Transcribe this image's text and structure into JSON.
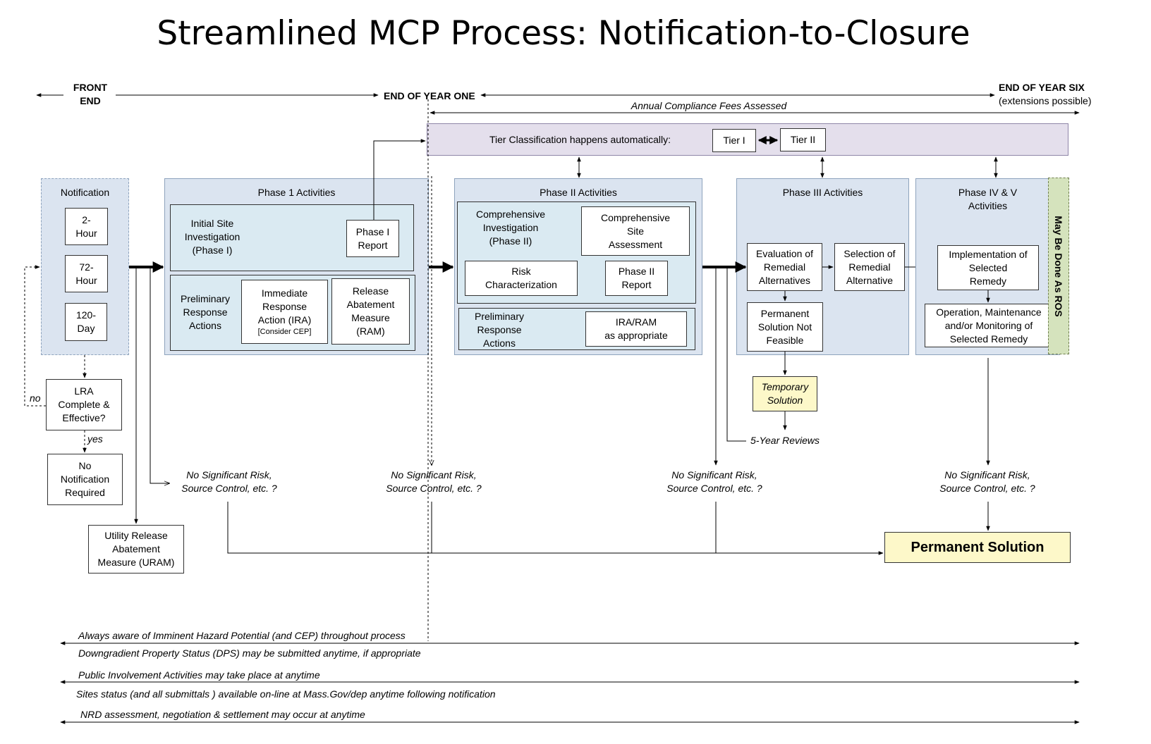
{
  "title": "Streamlined MCP Process: Notification-to-Closure",
  "timeline": {
    "front_end": "FRONT\nEND",
    "end_year_one": "END OF YEAR ONE",
    "end_year_six": "END OF YEAR SIX",
    "extensions": "(extensions possible)",
    "annual_fees": "Annual Compliance Fees Assessed"
  },
  "tier": {
    "label": "Tier Classification happens automatically:",
    "tier1": "Tier I",
    "tier2": "Tier II"
  },
  "notification": {
    "title": "Notification",
    "items": [
      "2-\nHour",
      "72-\nHour",
      "120-\nDay"
    ]
  },
  "lra": {
    "question": "LRA\nComplete &\nEffective?",
    "no_label": "no",
    "yes_label": "yes",
    "no_notification": "No\nNotification\nRequired"
  },
  "uram": "Utility Release\nAbatement\nMeasure (URAM)",
  "phase1": {
    "title": "Phase 1 Activities",
    "initial": "Initial Site\nInvestigation\n(Phase I)",
    "report": "Phase I\nReport",
    "prelim": "Preliminary\nResponse\nActions",
    "ira": "Immediate\nResponse\nAction (IRA)",
    "ira_note": "[Consider CEP]",
    "ram": "Release\nAbatement\nMeasure\n(RAM)"
  },
  "phase2": {
    "title": "Phase II Activities",
    "comp_inv": "Comprehensive\nInvestigation\n(Phase II)",
    "csa": "Comprehensive\nSite\nAssessment",
    "risk": "Risk\nCharacterization",
    "report": "Phase II\nReport",
    "prelim": "Preliminary\nResponse\nActions",
    "ira_ram": "IRA/RAM\nas appropriate"
  },
  "phase3": {
    "title": "Phase III Activities",
    "evaluation": "Evaluation of\nRemedial\nAlternatives",
    "selection": "Selection of\nRemedial\nAlternative",
    "not_feasible": "Permanent\nSolution Not\nFeasible",
    "temporary": "Temporary\nSolution",
    "reviews": "5-Year Reviews"
  },
  "phase45": {
    "title": "Phase IV & V\nActivities",
    "implementation": "Implementation of\nSelected\nRemedy",
    "omm": "Operation, Maintenance\nand/or Monitoring of\nSelected Remedy",
    "ros": "May Be Done As ROS"
  },
  "nsr": "No Significant Risk,\nSource Control, etc. ?",
  "permanent_solution": "Permanent Solution",
  "bottom_notes": [
    "Always aware of Imminent Hazard Potential (and CEP) throughout process",
    "Downgradient Property Status (DPS) may be submitted anytime, if appropriate",
    "Public Involvement Activities may take place at anytime",
    "Sites status (and all submittals ) available on-line at Mass.Gov/dep anytime following notification",
    "NRD assessment, negotiation & settlement may occur at anytime"
  ],
  "colors": {
    "phase_fill": "#dbe4f0",
    "sub_fill": "#daeaf2",
    "tier_fill": "#e4dfec",
    "ros_fill": "#d5e3bd",
    "solution_fill": "#fdf8c9"
  }
}
